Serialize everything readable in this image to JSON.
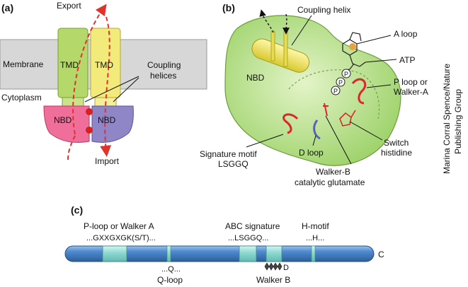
{
  "panel_a": {
    "label": "(a)",
    "export": "Export",
    "membrane": "Membrane",
    "tmd_left": "TMD",
    "tmd_right": "TMD",
    "coupling_helices_line1": "Coupling",
    "coupling_helices_line2": "helices",
    "cytoplasm": "Cytoplasm",
    "nbd_left": "NBD",
    "nbd_right": "NBD",
    "import": "Import"
  },
  "panel_b": {
    "label": "(b)",
    "coupling_helix": "Coupling helix",
    "nbd": "NBD",
    "a_loop": "A loop",
    "atp": "ATP",
    "p_loop_line1": "P loop or",
    "p_loop_line2": "Walker-A",
    "phosphate": "P",
    "signature_line1": "Signature motif",
    "signature_line2": "LSGGQ",
    "d_loop": "D loop",
    "walker_b_line1": "Walker-B",
    "walker_b_line2": "catalytic glutamate",
    "switch_line1": "Switch",
    "switch_line2": "histidine"
  },
  "credit": {
    "line1": "Marina Corral Spence/Nature",
    "line2": "Publishing Group"
  },
  "panel_c": {
    "label": "(c)",
    "ploop_title": "P-loop or Walker A",
    "ploop_seq": "...GXXGXGK(S/T)...",
    "abc_title": "ABC signature",
    "abc_seq": "...LSGGQ...",
    "h_title": "H-motif",
    "h_seq": "...H...",
    "c_terminus": "C",
    "q_seq": "...Q...",
    "q_title": "Q-loop",
    "d_seq": "D",
    "walker_b": "Walker B"
  },
  "colors": {
    "membrane": "#d9d9d9",
    "tmd": "#b6d96a",
    "tmd_right": "#f2ea7a",
    "nbd_left": "#ef6f9a",
    "nbd_right": "#8f86c8",
    "nbd_body": "#b9e08a",
    "helix": "#e8dc4e",
    "arrow": "#e0332b",
    "bar": "#4e86c4",
    "motif": "#8fd6cf"
  }
}
